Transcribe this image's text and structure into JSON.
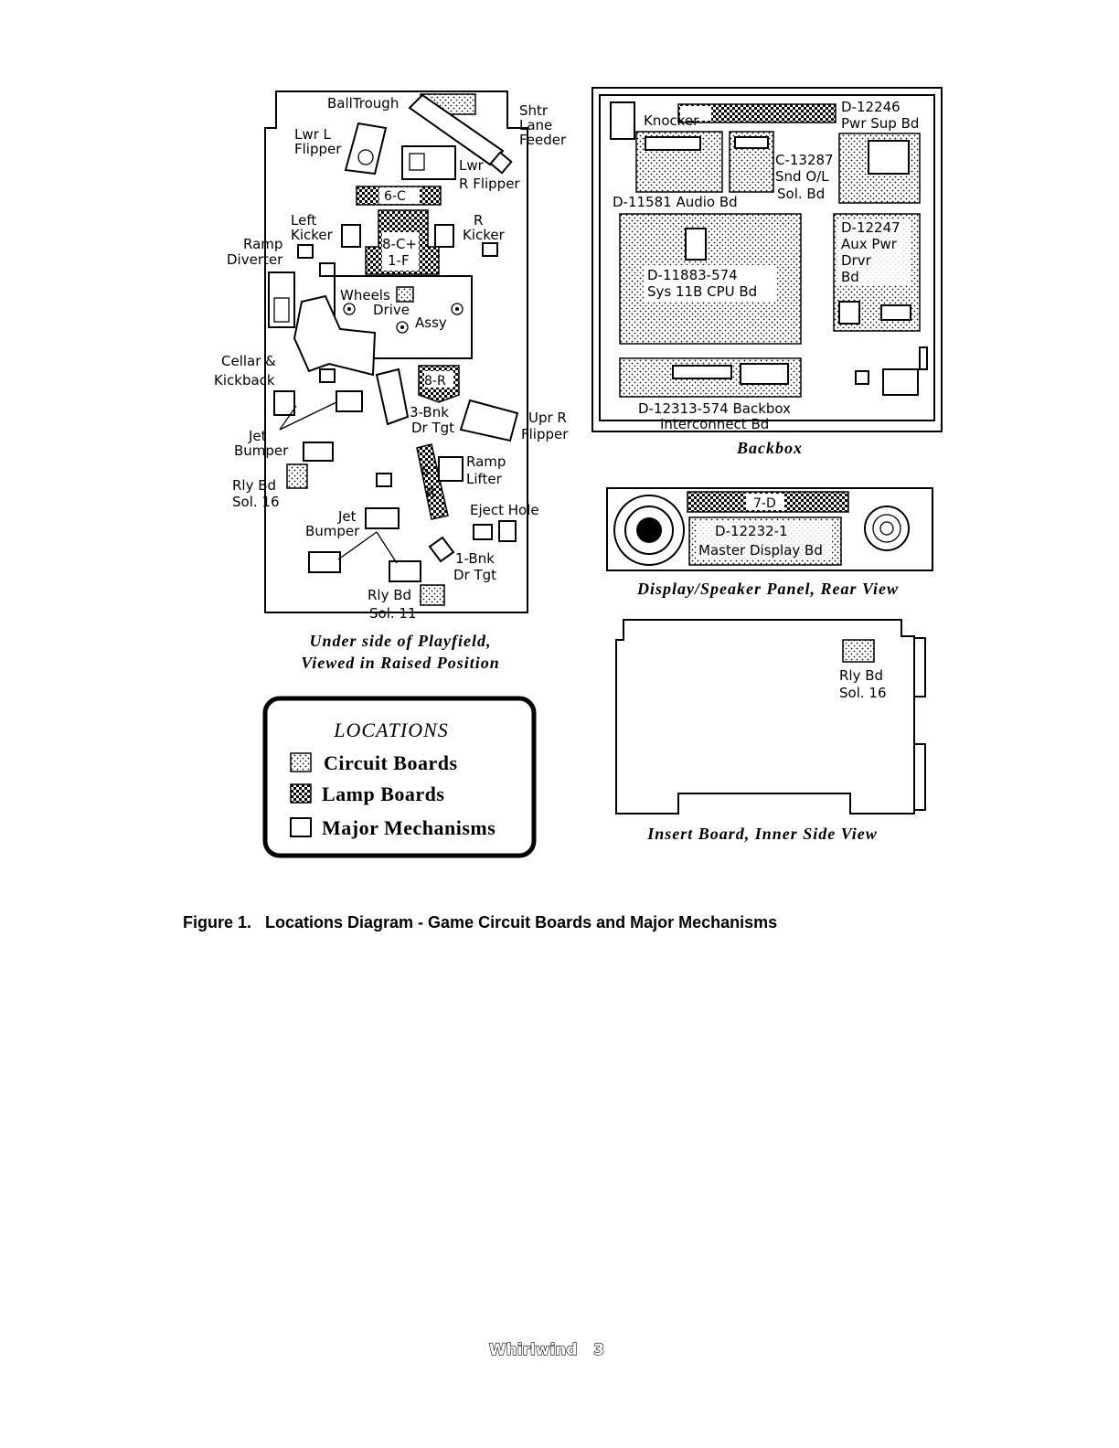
{
  "playfield": {
    "labels": {
      "ball_trough": "BallTrough",
      "shtr_lane_feeder_1": "Shtr",
      "shtr_lane_feeder_2": "Lane",
      "shtr_lane_feeder_3": "Feeder",
      "lwr_l_flipper_1": "Lwr L",
      "lwr_l_flipper_2": "Flipper",
      "lwr_r_flipper_1": "Lwr",
      "lwr_r_flipper_2": "R Flipper",
      "lamp_6c": "6-C",
      "left_kicker_1": "Left",
      "left_kicker_2": "Kicker",
      "r_kicker_1": "R",
      "r_kicker_2": "Kicker",
      "ramp_diverter_1": "Ramp",
      "ramp_diverter_2": "Diverter",
      "lamp_8c_1f_1": "8-C+",
      "lamp_8c_1f_2": "1-F",
      "wheels_drive_assy_1": "Wheels",
      "wheels_drive_assy_2": "Drive",
      "wheels_drive_assy_3": "Assy",
      "cellar_kickback_1": "Cellar &",
      "cellar_kickback_2": "Kickback",
      "lamp_8r": "8-R",
      "three_bnk_1": "3-Bnk",
      "three_bnk_2": "Dr Tgt",
      "upr_r_flipper_1": "Upr R",
      "upr_r_flipper_2": "Flipper",
      "jet_bumper_top_1": "Jet",
      "jet_bumper_top_2": "Bumper",
      "rly_bd_top_1": "Rly Bd",
      "rly_bd_top_2": "Sol. 16",
      "lamp_6r_1": "6",
      "lamp_6r_2": "R",
      "ramp_lifter_1": "Ramp",
      "ramp_lifter_2": "Lifter",
      "eject_hole": "Eject Hole",
      "jet_bumper_bot_1": "Jet",
      "jet_bumper_bot_2": "Bumper",
      "one_bnk_1": "1-Bnk",
      "one_bnk_2": "Dr Tgt",
      "rly_bd_bot_1": "Rly Bd",
      "rly_bd_bot_2": "Sol. 11"
    },
    "caption_1": "Under side of Playfield,",
    "caption_2": "Viewed in Raised Position"
  },
  "backbox": {
    "labels": {
      "pwr_sup_1": "D-12246",
      "pwr_sup_2": "Pwr Sup Bd",
      "knocker": "Knocker",
      "snd_ol_1": "C-13287",
      "snd_ol_2": "Snd O/L",
      "snd_ol_3": "Sol. Bd",
      "audio_bd": "D-11581 Audio Bd",
      "cpu_1": "D-11883-574",
      "cpu_2": "Sys 11B CPU Bd",
      "aux_1": "D-12247",
      "aux_2": "Aux Pwr",
      "aux_3": "Drvr",
      "aux_4": "Bd",
      "interconnect_1": "D-12313-574 Backbox",
      "interconnect_2": "Interconnect Bd"
    },
    "caption": "Backbox"
  },
  "display_panel": {
    "lamp_7d": "7-D",
    "master_1": "D-12232-1",
    "master_2": "Master Display Bd",
    "caption": "Display/Speaker Panel, Rear View"
  },
  "insert_board": {
    "rly_1": "Rly Bd",
    "rly_2": "Sol. 16",
    "caption": "Insert Board, Inner Side View"
  },
  "legend": {
    "title": "LOCATIONS",
    "items": [
      "Circuit Boards",
      "Lamp Boards",
      "Major Mechanisms"
    ]
  },
  "figure_caption": "Figure 1.   Locations Diagram - Game Circuit Boards and Major Mechanisms",
  "footer": "Whirlwind   3"
}
